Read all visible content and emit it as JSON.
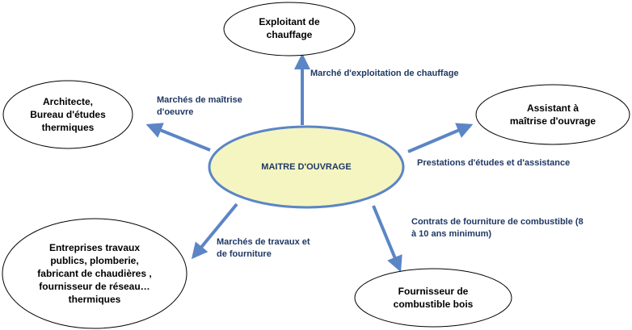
{
  "colors": {
    "center_fill": "#f5f5c2",
    "center_stroke": "#5b85c5",
    "node_stroke": "#000000",
    "arrow": "#5b85c5",
    "label_text": "#1f3864"
  },
  "center": {
    "label": "MAITRE D'OUVRAGE"
  },
  "nodes": {
    "exploitant": "Exploitant de\nchauffage",
    "architecte": "Architecte,\nBureau d'études\nthermiques",
    "assistant": "Assistant à\nmaîtrise d'ouvrage",
    "entreprises": "Entreprises travaux\npublics, plomberie,\nfabricant de chaudières ,\nfournisseur de réseau…\nthermiques",
    "fournisseur": "Fournisseur de\ncombustible bois"
  },
  "edges": {
    "exploitation": "Marché d'exploitation de chauffage",
    "maitrise_oeuvre": "Marchés de maîtrise\nd'oeuvre",
    "etudes_assistance": "Prestations d'études et d'assistance",
    "travaux": "Marchés de travaux et\nde fourniture",
    "combustible": "Contrats de fourniture de combustible (8\nà 10 ans minimum)"
  }
}
